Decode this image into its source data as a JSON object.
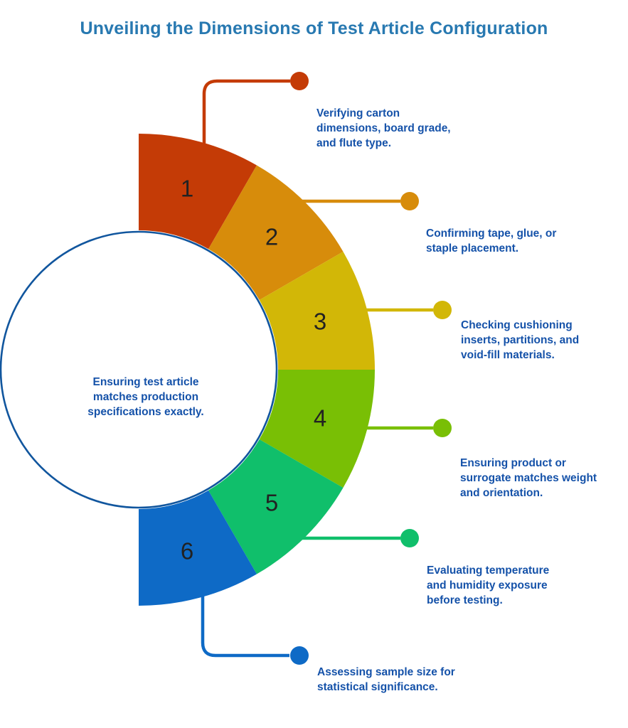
{
  "title": "Unveiling the Dimensions of Test Article Configuration",
  "center_label": {
    "text": "Ensuring test article matches production specifications exactly.",
    "lines": [
      "Ensuring test article",
      "matches production",
      "specifications exactly."
    ]
  },
  "chart_data": {
    "type": "pie",
    "variant": "half-donut",
    "title": "Unveiling the Dimensions of Test Article Configuration",
    "center_text": "Ensuring test article matches production specifications exactly.",
    "equal_slices": true,
    "slice_angle_degrees": 30,
    "segments": [
      {
        "number": "1",
        "color": "#c43b06",
        "label": "Verifying carton dimensions, board grade, and flute type.",
        "label_lines": [
          "Verifying carton",
          "dimensions, board grade,",
          "and flute type."
        ]
      },
      {
        "number": "2",
        "color": "#d78c0b",
        "label": "Confirming tape, glue, or staple placement.",
        "label_lines": [
          "Confirming tape, glue, or",
          "staple placement."
        ]
      },
      {
        "number": "3",
        "color": "#d2b707",
        "label": "Checking cushioning inserts, partitions, and void-fill materials.",
        "label_lines": [
          "Checking cushioning",
          "inserts, partitions, and",
          "void-fill materials."
        ]
      },
      {
        "number": "4",
        "color": "#79bf05",
        "label": "Ensuring product or surrogate matches weight and orientation.",
        "label_lines": [
          "Ensuring product or",
          "surrogate matches weight",
          "and orientation."
        ]
      },
      {
        "number": "5",
        "color": "#10bf6b",
        "label": "Evaluating temperature and humidity exposure before testing.",
        "label_lines": [
          "Evaluating temperature",
          "and humidity exposure",
          "before testing."
        ]
      },
      {
        "number": "6",
        "color": "#0e6ac6",
        "label": "Assessing sample size for statistical significance.",
        "label_lines": [
          "Assessing sample size for",
          "statistical significance."
        ]
      }
    ]
  },
  "palette": {
    "title_color": "#2879b1",
    "callout_text_color": "#1552a9",
    "center_ring_color": "#11569e",
    "number_color": "#222222",
    "background": "#ffffff"
  }
}
